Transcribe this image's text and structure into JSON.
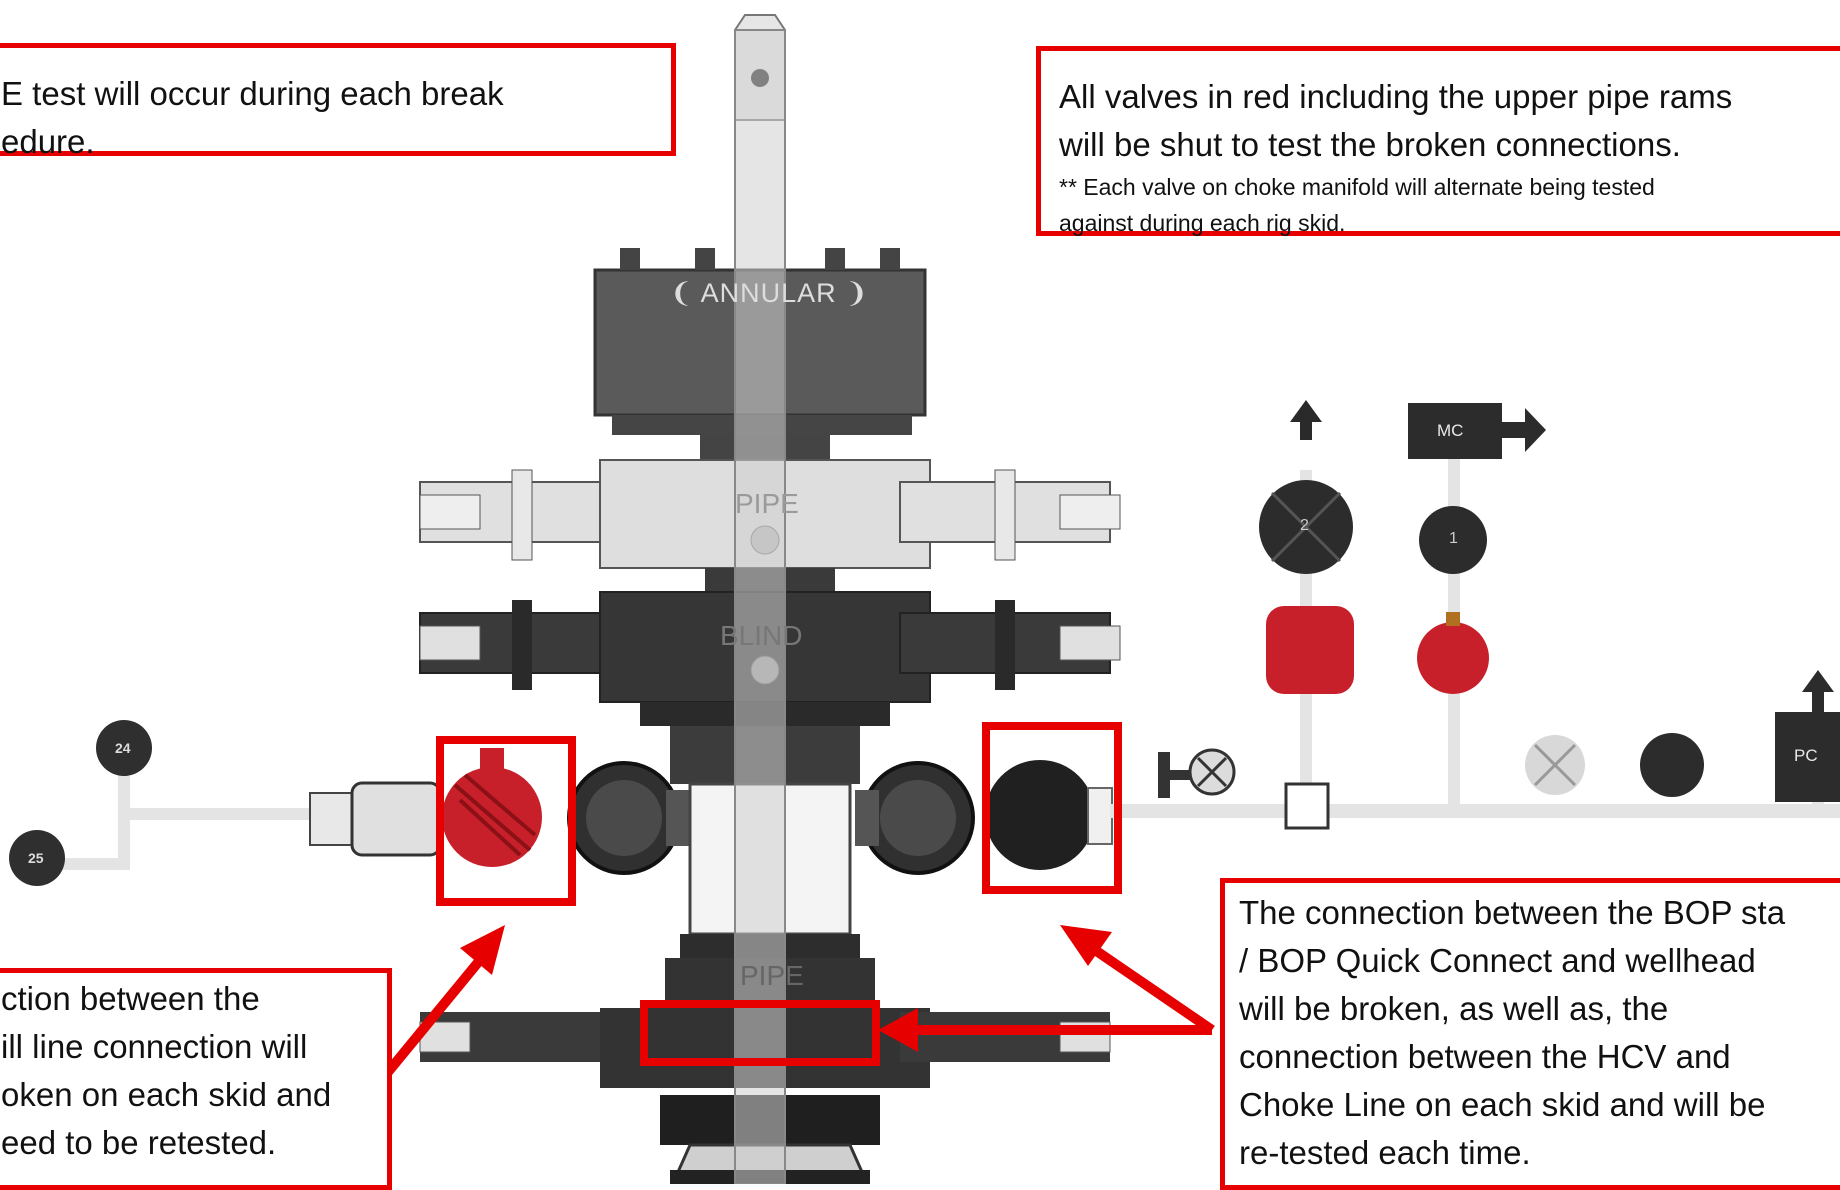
{
  "callouts": {
    "top_left": {
      "line1": "E test will occur during each break",
      "line2": "edure."
    },
    "top_right": {
      "line1": "All valves in red including the upper pipe rams",
      "line2": "will be shut to test the broken connections.",
      "note1": "** Each valve on choke manifold will alternate being tested",
      "note2": "against during each rig skid."
    },
    "bottom_left": {
      "line1": "ction between the",
      "line2": "ill line connection will",
      "line3": "oken on each skid and",
      "line4": "eed to be retested."
    },
    "bottom_right": {
      "line1": "The connection between the BOP sta",
      "line2": "/ BOP Quick Connect and wellhead",
      "line3": "will be broken, as well as, the",
      "line4": "connection between the HCV and",
      "line5": "Choke Line  on each skid and will be",
      "line6": "re-tested each time."
    }
  },
  "stack_labels": {
    "annular": "ANNULAR",
    "upper_pipe": "PIPE",
    "blind": "BLIND",
    "lower_pipe": "PIPE"
  },
  "valve_labels": {
    "v24": "24",
    "v25": "25",
    "v2": "2",
    "v1": "1",
    "mc": "MC",
    "pc": "PC"
  },
  "colors": {
    "highlight": "#e60000",
    "closed_valve": "#c8202a",
    "dark_body": "#3a3a3a",
    "light_body": "#d9d9d9",
    "line": "#e4e4e4"
  }
}
